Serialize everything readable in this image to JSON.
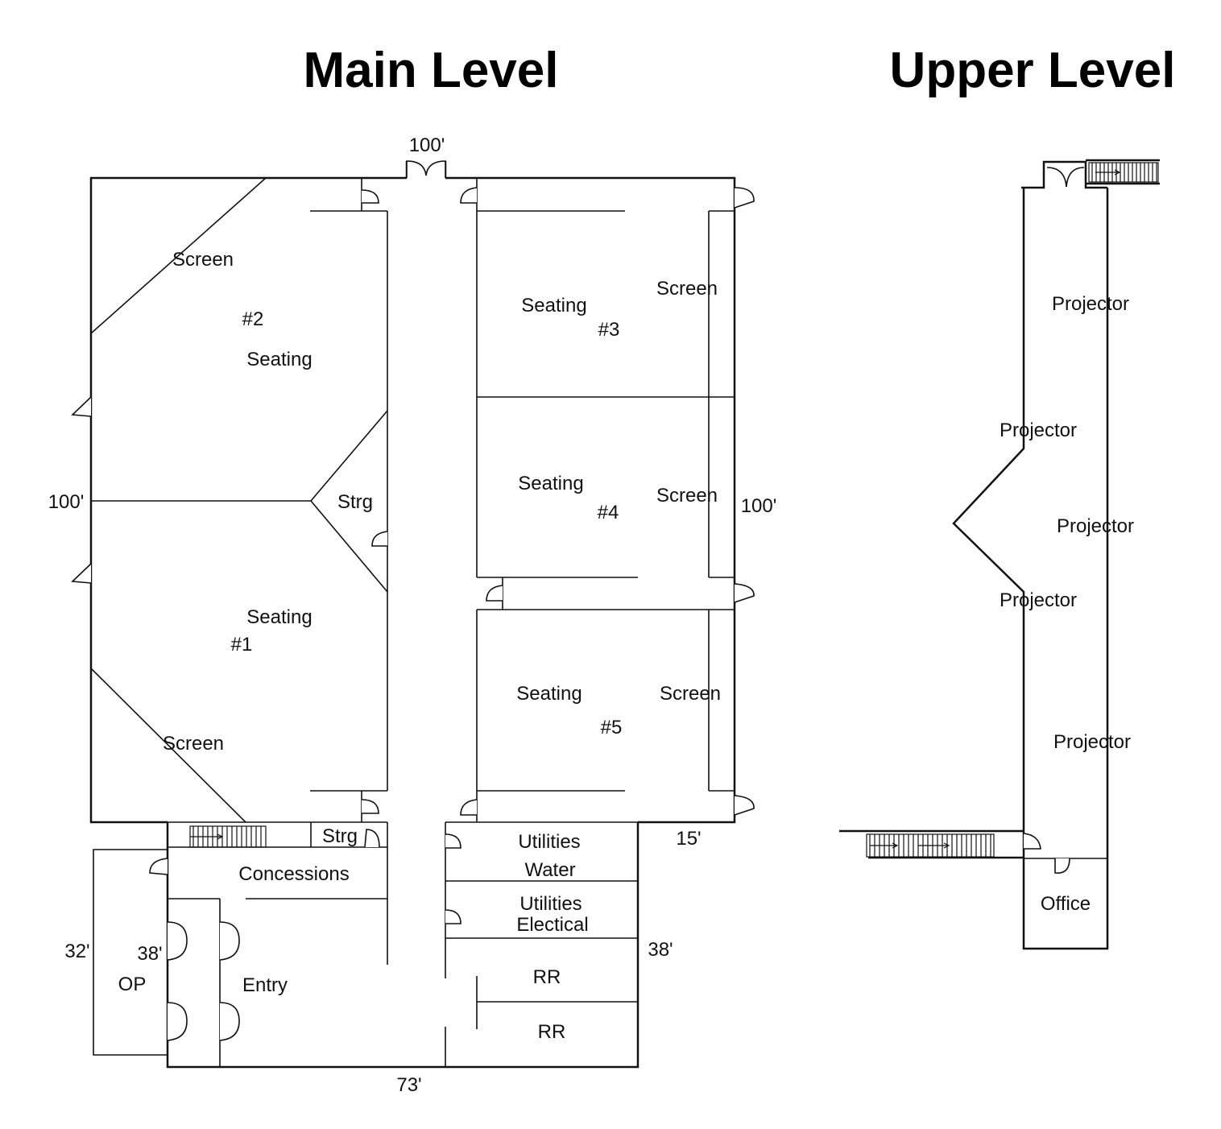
{
  "titles": {
    "main": "Main Level",
    "upper": "Upper Level"
  },
  "dimensions": {
    "top": "100'",
    "left": "100'",
    "right": "100'",
    "bottom": "73'",
    "notch": "15'",
    "left_lower": "32'",
    "entry": "38'",
    "right_lower": "38'"
  },
  "rooms": {
    "screen": "Screen",
    "seating": "Seating",
    "theater1": "#1",
    "theater2": "#2",
    "theater3": "#3",
    "theater4": "#4",
    "theater5": "#5",
    "storage": "Strg",
    "concessions": "Concessions",
    "utilities": "Utilities",
    "water": "Water",
    "electrical": "Electical",
    "restroom": "RR",
    "op": "OP",
    "entry": "Entry"
  },
  "upper_rooms": {
    "projector": "Projector",
    "office": "Office"
  },
  "colors": {
    "line": "#111111",
    "background": "#ffffff"
  }
}
